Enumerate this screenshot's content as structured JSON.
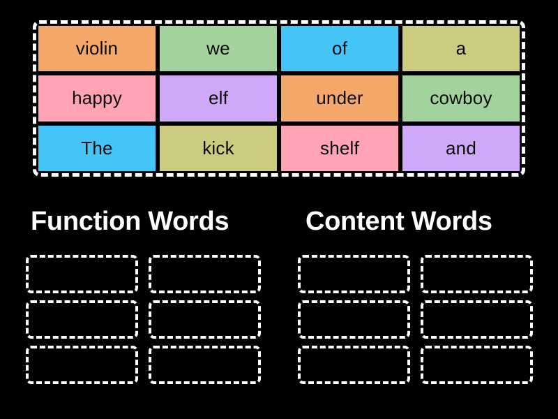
{
  "activity": {
    "type": "word-sort-drag-and-drop",
    "background_color": "#000000"
  },
  "word_bank": {
    "name": "word-bank",
    "rows": [
      [
        {
          "word": "violin",
          "color": "#F4A96A"
        },
        {
          "word": "we",
          "color": "#A3D39C"
        },
        {
          "word": "of",
          "color": "#45C4F7"
        },
        {
          "word": "a",
          "color": "#CDCB7F"
        }
      ],
      [
        {
          "word": "happy",
          "color": "#FFA3B5"
        },
        {
          "word": "elf",
          "color": "#CFA8FA"
        },
        {
          "word": "under",
          "color": "#F4A96A"
        },
        {
          "word": "cowboy",
          "color": "#A3D39C"
        }
      ],
      [
        {
          "word": "The",
          "color": "#45C4F7"
        },
        {
          "word": "kick",
          "color": "#CDCB7F"
        },
        {
          "word": "shelf",
          "color": "#FFA3B5"
        },
        {
          "word": "and",
          "color": "#CFA8FA"
        }
      ]
    ]
  },
  "categories": [
    {
      "id": "function-words",
      "heading": "Function Words",
      "slots": [
        "",
        "",
        "",
        "",
        "",
        ""
      ]
    },
    {
      "id": "content-words",
      "heading": "Content Words",
      "slots": [
        "",
        "",
        "",
        "",
        "",
        ""
      ]
    }
  ],
  "palette": {
    "orange": "#F4A96A",
    "green": "#A3D39C",
    "blue": "#45C4F7",
    "khaki": "#CDCB7F",
    "pink": "#FFA3B5",
    "purple": "#CFA8FA",
    "text": "#0a0a0a",
    "heading_text": "#ffffff",
    "dashed_border": "#ffffff"
  }
}
